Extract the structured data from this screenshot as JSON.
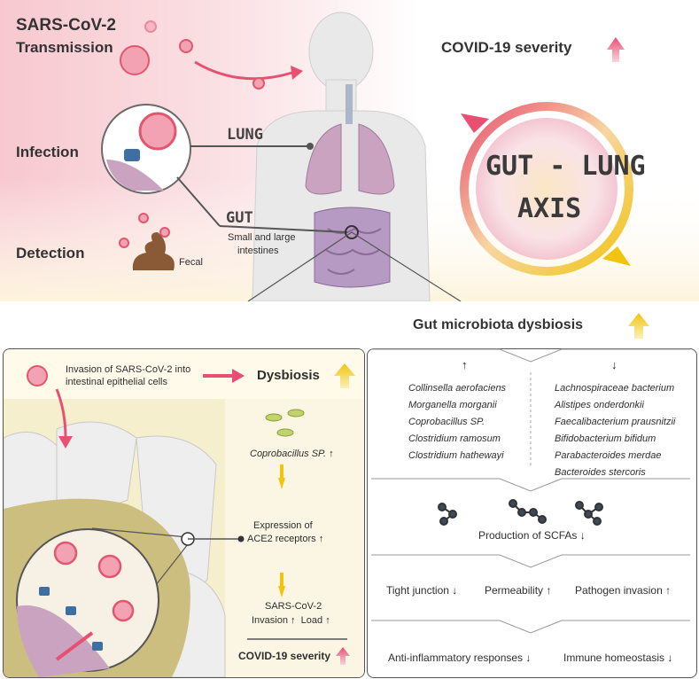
{
  "top": {
    "transmission_line1": "SARS-CoV-2",
    "transmission_line2": "Transmission",
    "infection": "Infection",
    "detection": "Detection",
    "fecal": "Fecal",
    "lung": "LUNG",
    "gut": "GUT",
    "gut_sub_line1": "Small and large",
    "gut_sub_line2": "intestines",
    "severity": "COVID-19 severity",
    "axis_line1": "GUT - LUNG",
    "axis_line2": "AXIS"
  },
  "left_panel": {
    "invasion_line1": "Invasion of SARS-CoV-2 into",
    "invasion_line2": "intestinal epithelial cells",
    "dysbiosis": "Dysbiosis",
    "coprobacillus": "Coprobacillus SP.",
    "expression_line1": "Expression of",
    "expression_line2": "ACE2 receptors",
    "sars": "SARS-CoV-2",
    "invasion": "Invasion",
    "load": "Load",
    "severity": "COVID-19 severity"
  },
  "right_panel": {
    "title": "Gut microbiota dysbiosis",
    "increased": [
      "Collinsella aerofaciens",
      "Morganella morganii",
      "Coprobacillus SP.",
      "Clostridium ramosum",
      "Clostridium hathewayi"
    ],
    "decreased": [
      "Lachnospiraceae bacterium",
      "Alistipes onderdonkii",
      "Faecalibacterium prausnitzii",
      "Bifidobacterium bifidum",
      "Parabacteroides merdae",
      "Bacteroides stercoris"
    ],
    "scfa": "Production of SCFAs",
    "tight": "Tight junction",
    "permeability": "Permeability",
    "pathogen": "Pathogen invasion",
    "anti": "Anti-inflammatory responses",
    "immune": "Immune homeostasis"
  },
  "arrows": {
    "up": "↑",
    "down": "↓"
  },
  "colors": {
    "virus": "#e2576f",
    "lung": "#c9a3c0",
    "gut": "#b79ac3",
    "yellow": "#f1c40f",
    "pink": "#e84f72"
  }
}
